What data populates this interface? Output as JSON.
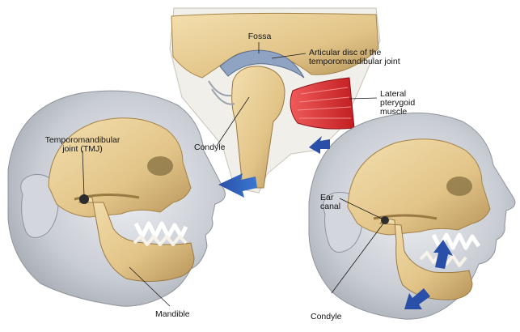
{
  "labels": {
    "fossa": "Fossa",
    "articular_disc_line1": "Articular disc of the",
    "articular_disc_line2": "temporomandibular joint",
    "lateral_pterygoid_line1": "Lateral",
    "lateral_pterygoid_line2": "pterygoid",
    "lateral_pterygoid_line3": "muscle",
    "condyle_top": "Condyle",
    "tmj_line1": "Temporomandibular",
    "tmj_line2": "joint (TMJ)",
    "ear_canal_line1": "Ear",
    "ear_canal_line2": "canal",
    "mandible": "Mandible",
    "condyle_bottom": "Condyle"
  },
  "colors": {
    "bone": "#e6c98f",
    "bone_shadow": "#b8955a",
    "skin": "#c8ccd3",
    "skin_dark": "#8f949c",
    "muscle": "#d8282c",
    "disc": "#8fa4c2",
    "arrow": "#2a4fa8",
    "arrow_light": "#2f9bb0"
  },
  "icons": [
    "motion-arrow-icon"
  ]
}
